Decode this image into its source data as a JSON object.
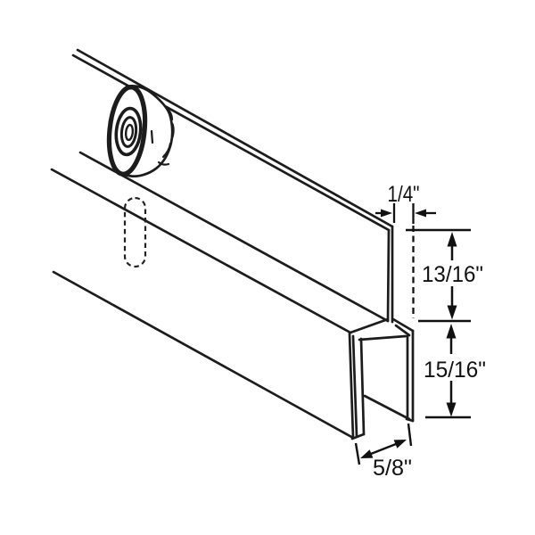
{
  "page": {
    "background": "#ffffff"
  },
  "diagram": {
    "kind": "technical-line-drawing",
    "subject": "sliding-door roller wheel on track with channel profile cross-section",
    "line_color": "#1c1c1c",
    "dimensions": {
      "offset_width": "1/4\"",
      "fin_height": "13/16\"",
      "channel_height": "15/16\"",
      "channel_width": "5/8\""
    },
    "features": {
      "hidden_slot_style": "dashed",
      "reference_line_style": "dashed"
    }
  }
}
